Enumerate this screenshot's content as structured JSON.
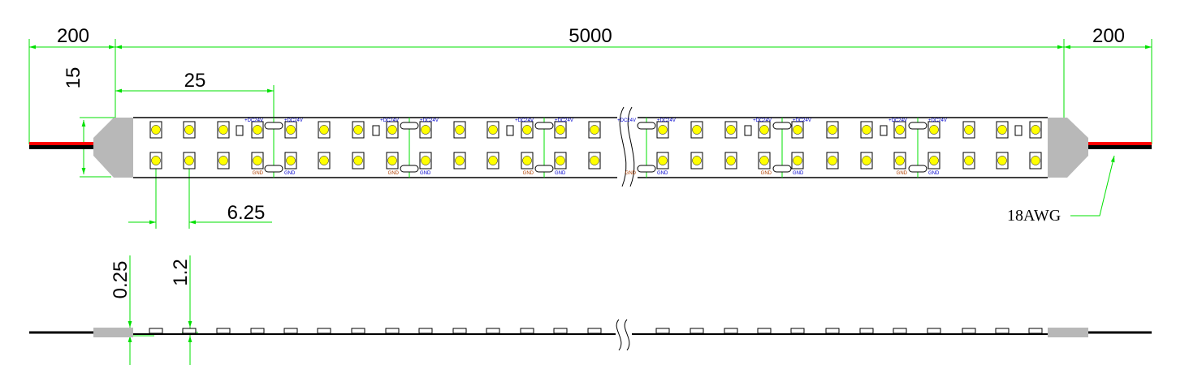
{
  "title": "LED strip dimension drawing",
  "dimensions": {
    "lead_left": "200",
    "strip_length": "5000",
    "lead_right": "200",
    "width": "15",
    "cut_unit": "25",
    "led_pitch": "6.25",
    "pcb_thickness": "0.25",
    "total_thickness": "1.2"
  },
  "wire_gauge": "18AWG",
  "pad_labels": {
    "positive": "+DC24V",
    "ground": "GND"
  },
  "colors": {
    "dimension": "#00e000",
    "led": "#ffff00",
    "end_cap": "#b8b8b8",
    "wire_red": "#ff0000",
    "wire_black": "#000000"
  }
}
